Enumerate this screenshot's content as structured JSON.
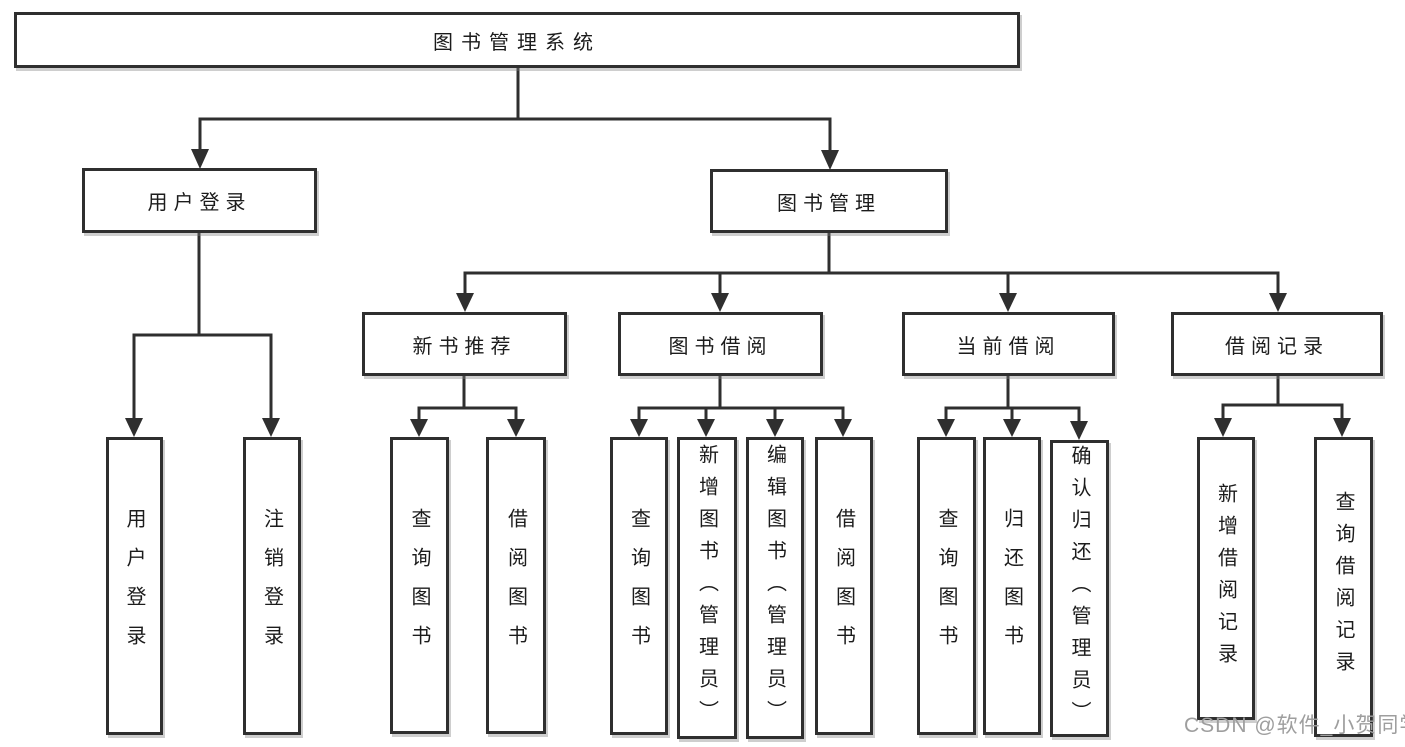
{
  "tree": {
    "label": "图书管理系统",
    "children": [
      {
        "label": "用户登录",
        "children": [
          {
            "label": "用户登录"
          },
          {
            "label": "注销登录"
          }
        ]
      },
      {
        "label": "图书管理",
        "children": [
          {
            "label": "新书推荐",
            "children": [
              {
                "label": "查询图书"
              },
              {
                "label": "借阅图书"
              }
            ]
          },
          {
            "label": "图书借阅",
            "children": [
              {
                "label": "查询图书"
              },
              {
                "label": "新增图书（管理员）"
              },
              {
                "label": "编辑图书（管理员）"
              },
              {
                "label": "借阅图书"
              }
            ]
          },
          {
            "label": "当前借阅",
            "children": [
              {
                "label": "查询图书"
              },
              {
                "label": "归还图书"
              },
              {
                "label": "确认归还（管理员）"
              }
            ]
          },
          {
            "label": "借阅记录",
            "children": [
              {
                "label": "新增借阅记录"
              },
              {
                "label": "查询借阅记录"
              }
            ]
          }
        ]
      }
    ]
  },
  "watermark": "CSDN @软件_小贺同学",
  "colors": {
    "line": "#2f2f2f",
    "box_border": "#2f2f2f",
    "box_fill": "#ffffff",
    "text": "#1c1c1c",
    "watermark": "#9e9e9e"
  }
}
